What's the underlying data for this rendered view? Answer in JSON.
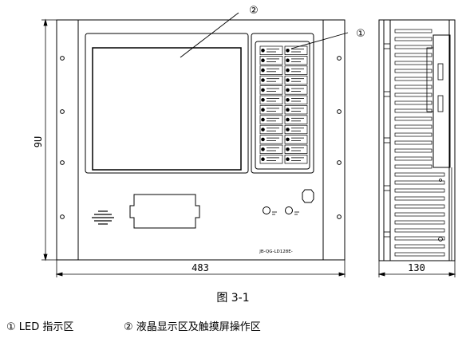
{
  "callouts": {
    "led_marker": "①",
    "lcd_marker": "②"
  },
  "dimensions": {
    "height_label": "9U",
    "width_label": "483",
    "depth_label": "130"
  },
  "nameplate": "JB-QG-LD128E-",
  "caption": "图 3-1",
  "legend": [
    {
      "marker": "①",
      "text": "LED 指示区"
    },
    {
      "marker": "②",
      "text": "液晶显示区及触摸屏操作区"
    }
  ],
  "led_panel": {
    "rows": 12,
    "cols": 2
  }
}
